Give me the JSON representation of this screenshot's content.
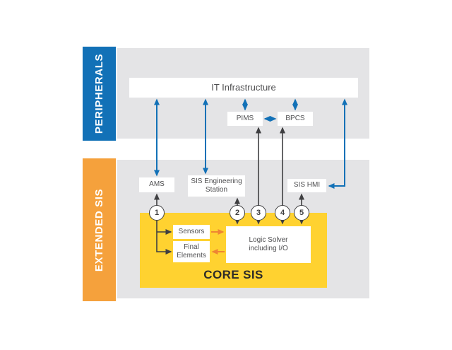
{
  "sections": {
    "peripherals": {
      "label": "PERIPHERALS"
    },
    "extended_sis": {
      "label": "EXTENDED SIS"
    }
  },
  "nodes": {
    "it_infrastructure": {
      "label": "IT Infrastructure"
    },
    "pims": {
      "label": "PIMS"
    },
    "bpcs": {
      "label": "BPCS"
    },
    "ams": {
      "label": "AMS"
    },
    "sis_engineering_station": {
      "label": "SIS Engineering Station"
    },
    "sis_hmi": {
      "label": "SIS HMI"
    },
    "core_sis": {
      "label": "CORE SIS"
    },
    "sensors": {
      "label": "Sensors"
    },
    "final_elements": {
      "label": "Final Elements"
    },
    "logic_solver": {
      "label": "Logic Solver including I/O"
    }
  },
  "markers": [
    "1",
    "2",
    "3",
    "4",
    "5"
  ],
  "colors": {
    "peripherals_blue": "#1271B7",
    "extended_sis_orange": "#F5A13C",
    "core_sis_yellow": "#FFD230",
    "panel_gray": "#E4E4E6",
    "arrow_blue": "#1271B7",
    "arrow_dark": "#3F3F41",
    "arrow_orange": "#EE8533",
    "label_text": "#4E4E50"
  }
}
